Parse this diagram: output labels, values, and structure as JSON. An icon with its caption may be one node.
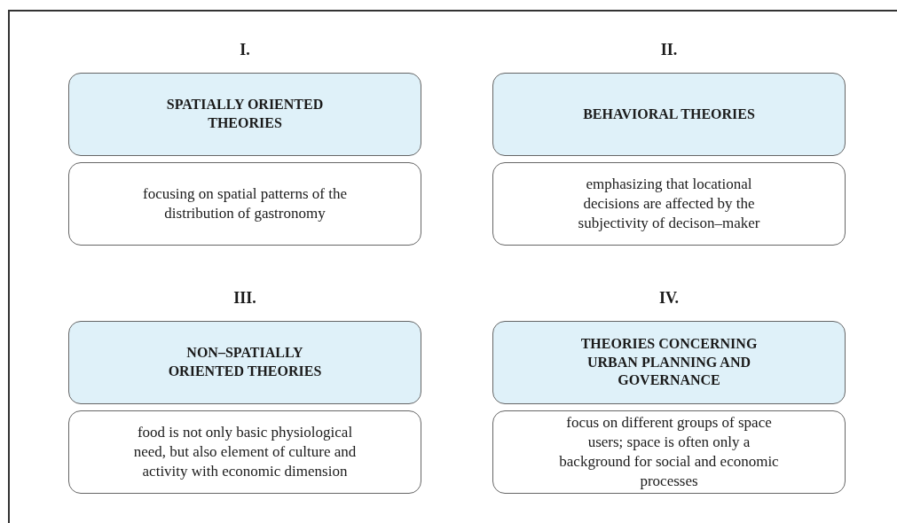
{
  "diagram": {
    "nodes": [
      {
        "text": [
          "SPATIALLY ORIENTED THEORIES"
        ]
      },
      {
        "text": [
          "focusing on spatial patterns of the distribution of gastronomy"
        ]
      },
      {
        "text": [
          "BEHAVIORAL THEORIES"
        ]
      },
      {
        "text": [
          "emphasizing that locational decisions are affected by the subjectivity of decison–maker"
        ]
      },
      {
        "text": [
          "NON–SPATIALLY ORIENTED THEORIES"
        ]
      },
      {
        "text": [
          "food is not only basic physiological need, but also element of culture and activity with economic dimension"
        ]
      },
      {
        "text": [
          "THEORIES CONCERNING URBAN PLANNING AND GOVERNANCE"
        ]
      },
      {
        "text": [
          "focus on different groups of space users; space is often only a background for social and economic processes"
        ]
      }
    ],
    "labels": [
      "I.",
      "II.",
      "III.",
      "IV."
    ]
  }
}
